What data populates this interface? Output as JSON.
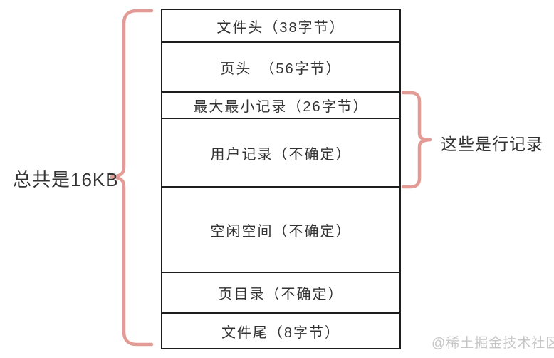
{
  "diagram": {
    "title_left": "总共是16KB",
    "title_right": "这些是行记录",
    "watermark": "@稀土掘金技术社区",
    "rows": [
      {
        "label": "文件头（38字节）"
      },
      {
        "label": "页头　（56字节）"
      },
      {
        "label": "最大最小记录（26字节）"
      },
      {
        "label": "用户记录（不确定）"
      },
      {
        "label": "空闲空间（不确定）"
      },
      {
        "label": "页目录（不确定）"
      },
      {
        "label": "文件尾（8字节）"
      }
    ],
    "colors": {
      "brace": "#e29b95",
      "border": "#1d1d1d",
      "text": "#333333",
      "watermark": "#c6c6c6"
    }
  }
}
